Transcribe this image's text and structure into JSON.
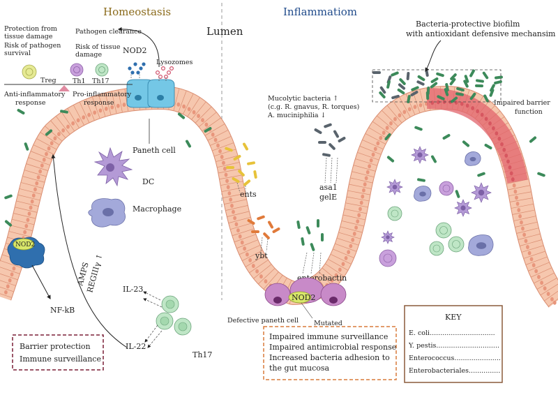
{
  "panels": {
    "homeostasis_title": "Homeostasis",
    "inflammation_title": "Inflammatiom",
    "lumen": "Lumen"
  },
  "homeostasis": {
    "protection": [
      "Protection from",
      "tissue damage",
      "Risk of pathogen",
      "survival"
    ],
    "pathogen_clearance": "Pathogen clearance",
    "risk_tissue": [
      "Risk of tissue",
      "damage"
    ],
    "nod2": "NOD2",
    "lysozomes": "Lysozomes",
    "treg": "Treg",
    "th1": "Th1",
    "th17": "Th17",
    "anti_inflammatory": [
      "Anti-inflammatory",
      "response"
    ],
    "pro_inflammatory": [
      "Pro-inflammatory",
      "response"
    ],
    "paneth_cell": "Paneth cell",
    "dc": "DC",
    "macrophage": "Macrophage",
    "nod2_receptor": "NOD2",
    "nfkb": "NF-kB",
    "amps": "AMPS",
    "reg": "REGIIIγ ↑",
    "il23": "IL-23",
    "il22": "IL-22",
    "th17_cell": "Th17",
    "box": [
      "Barrier protection",
      "Immune surveillance"
    ]
  },
  "inflammation": {
    "biofilm": [
      "Bacteria-protective biofilm",
      "with antioxidant defensive mechansim"
    ],
    "mucolytic": [
      "Mucolytic  bacteria ↑",
      "(c.g. R. gnavus, R. torques)",
      "A. muciniphilia ↓"
    ],
    "impaired_barrier": [
      "Impaired barrier",
      "function"
    ],
    "ents": "ents",
    "asa1": "asa1",
    "gele": "gelE",
    "ybt": "ybt",
    "enterobactin": "enterobactin",
    "nod2": "NOD2",
    "defective_paneth": "Defective paneth cell",
    "mutated": "Mutated",
    "box": [
      "Impaired immune surveillance",
      "Impaired antimicrobial response",
      "Increased bacteria adhesion to",
      "the gut mucosa"
    ]
  },
  "key": {
    "title": "KEY",
    "items": [
      "E. coli...............................",
      "Y. pestis..............................",
      "Enterococcus......................",
      "Enterobacteriales..............."
    ]
  },
  "colors": {
    "epithelium": "#f6c7ae",
    "epithelium_edge": "#d98c70",
    "nucleus": "#e8967c",
    "paneth": "#74c7e6",
    "inflamed": "#e1646c",
    "defective_paneth": "#c88ac8",
    "treg": "#e6ea94",
    "th1": "#c9a0dc",
    "th17": "#bfe6c6",
    "dc": "#b49ad6",
    "macrophage": "#a3a9da",
    "ecoli": "#e7c23a",
    "ypestis": "#e07a3a",
    "enterococcus": "#59636c",
    "enterobacteriales": "#3c8a5a",
    "box_red": "#7a1f36",
    "box_orange": "#d97a3a",
    "key_border": "#8a5a3a"
  }
}
